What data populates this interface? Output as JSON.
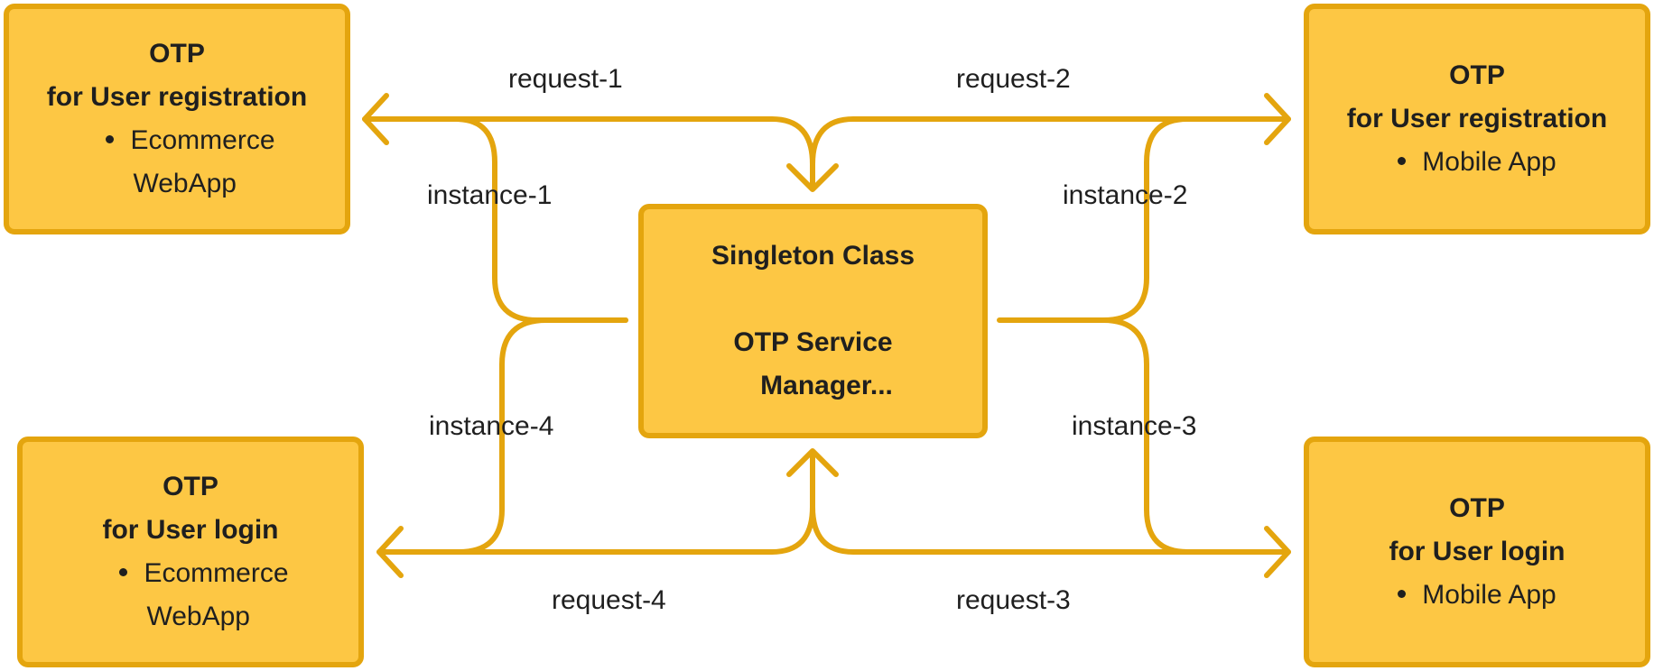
{
  "boxes": {
    "top_left": {
      "title_line1": "OTP",
      "title_line2": "for User registration",
      "item_line1": "Ecommerce",
      "item_line2": "WebApp"
    },
    "top_right": {
      "title_line1": "OTP",
      "title_line2": "for User registration",
      "item_line1": "Mobile App"
    },
    "bottom_left": {
      "title_line1": "OTP",
      "title_line2": "for User login",
      "item_line1": "Ecommerce",
      "item_line2": "WebApp"
    },
    "bottom_right": {
      "title_line1": "OTP",
      "title_line2": "for User login",
      "item_line1": "Mobile App"
    },
    "center": {
      "title_line1": "Singleton Class",
      "title_line2": "OTP Service",
      "title_line3": "Manager..."
    }
  },
  "labels": {
    "request_1": "request-1",
    "request_2": "request-2",
    "request_3": "request-3",
    "request_4": "request-4",
    "instance_1": "instance-1",
    "instance_2": "instance-2",
    "instance_3": "instance-3",
    "instance_4": "instance-4"
  },
  "colors": {
    "box_fill": "#fdc744",
    "box_border": "#e4a50e",
    "connector": "#e4a50e",
    "text": "#1f1f1f"
  }
}
